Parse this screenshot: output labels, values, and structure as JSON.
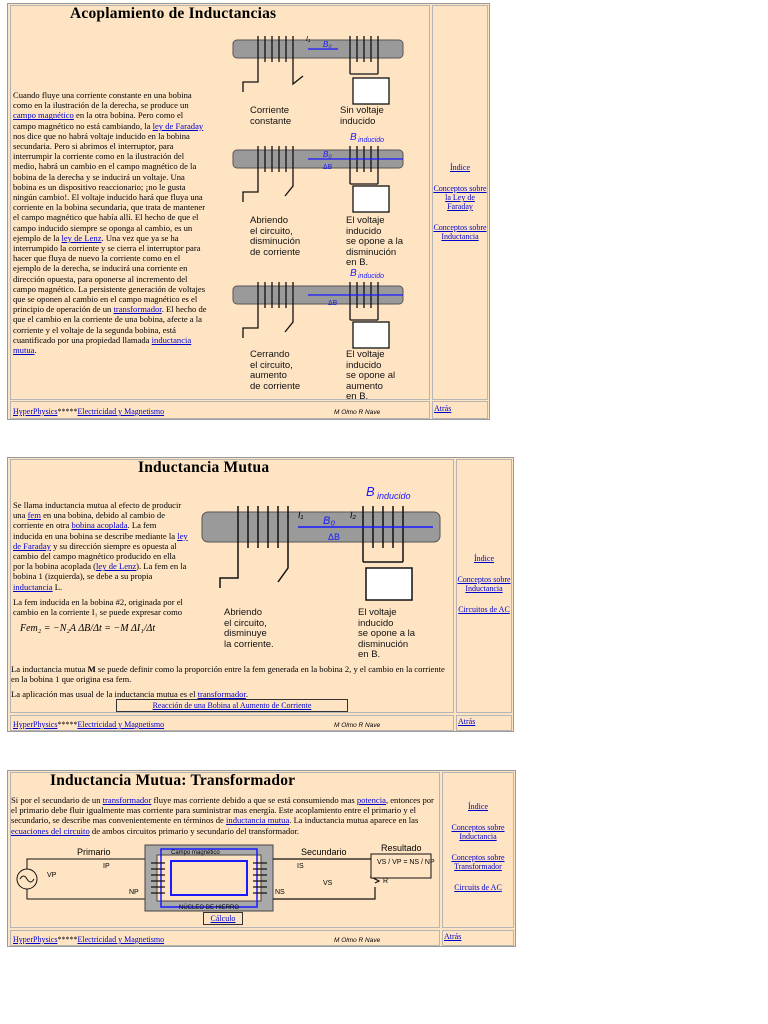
{
  "panel1": {
    "title": "Acoplamiento de Inductancias",
    "text_parts": [
      "Cuando fluye una corriente constante en una bobina como en la ilustración de la derecha, se produce un ",
      "campo magnético",
      " en la otra bobina. Pero como el campo magnético no está cambiando, la ",
      "ley de Faraday",
      " nos dice que no habrá voltaje inducido en la bobina secundaria. Pero si abrimos el interruptor, para interrumpir la corriente como en la ilustración del medio, habrá un cambio en el campo magnético de la bobina de la derecha y se inducirá un voltaje. Una bobina es un dispositivo reaccionario; ¡no le gusta ningún cambio!. El voltaje inducido hará que fluya una corriente en la bobina secundaria, que trata de mantener el campo magnético que había allí. El hecho de que el campo inducido siempre se oponga al cambio, es un ejemplo de la ",
      "ley de Lenz",
      ". Una vez que ya se ha interrumpido la corriente y se cierra el interruptor para hacer que fluya de nuevo la corriente como en el ejemplo de la derecha, se inducirá una corriente en dirección opuesta, para oponerse al incremento del campo magnético. La persistente generación de voltajes que se oponen al cambio en el campo magnético es el principio de operación de un ",
      "transformador",
      ". El hecho de que el cambio en la corriente de una bobina, afecte a la corriente y el voltaje de la segunda bobina, está cuantificado por una propiedad llamada ",
      "inductancia mutua",
      "."
    ],
    "captions": {
      "c1_left": "Corriente\nconstante",
      "c1_right": "Sin voltaje\ninducido",
      "c2_left": "Abriendo\nel circuito,\ndisminución\nde corriente",
      "c2_right": "El voltaje\ninducido\nse opone a la\ndisminución\nen B.",
      "c3_left": "Cerrando\nel circuito,\naumento\nde corriente",
      "c3_right": "El voltaje\ninducido\nse opone al\naumento\nen B."
    },
    "nav": [
      "Índice",
      "Conceptos sobre la Ley de Faraday",
      "Conceptos sobre Inductancia"
    ],
    "footer": {
      "hyper": "HyperPhysics",
      "stars": "*****",
      "section": "Electricidad y Magnetismo",
      "author": "M Olmo R Nave",
      "back": "Atrás"
    }
  },
  "panel2": {
    "title": "Inductancia Mutua",
    "text_parts": [
      "Se llama inductancia mutua al efecto de producir una ",
      "fem",
      " en una bobina, debido al cambio de corriente en otra ",
      "bobina acoplada",
      ". La fem inducida en una bobina se describe mediante la ",
      "ley de Faraday",
      " y su dirección siempre es opuesta al cambio del campo magnético producido en ella por la bobina acoplada (",
      "ley de Lenz",
      "). La fem en la bobina 1 (izquierda), se debe a su propia ",
      "inductancia",
      " L."
    ],
    "text2": "La fem inducida en la bobina #2, originada por el cambio en la corriente I₁ se puede expresar como",
    "formula": "Fem₂ = −N₂A ΔB/Δt = −M ΔI₁/Δt",
    "text3_a": "La inductancia mutua ",
    "text3_b": "M",
    "text3_c": " se puede definir como la proporción entre la fem generada en la bobina 2, y el cambio en la corriente en la bobina 1 que origina esa fem.",
    "text4_a": "La aplicación mas usual de la inductancia mutua es el ",
    "text4_b": "transformador",
    "text4_c": ".",
    "button": "Reacción de una Bobina al Aumento de Corriente",
    "captions": {
      "left": "Abriendo\nel circuito,\ndisminuye\nla corriente.",
      "right": "El voltaje\ninducido\nse opone a la\ndisminución\nen B."
    },
    "nav": [
      "Índice",
      "Conceptos sobre Inductancia",
      "Circuitos de AC"
    ],
    "footer": {
      "hyper": "HyperPhysics",
      "stars": "*****",
      "section": "Electricidad y Magnetismo",
      "author": "M Olmo R Nave",
      "back": "Atrás"
    }
  },
  "panel3": {
    "title": "Inductancia Mutua: Transformador",
    "text_parts": [
      "Si por el secundario de un ",
      "transformador",
      " fluye mas corriente debido a que se está consumiendo mas ",
      "potencia",
      ", entonces por el primario debe fluir igualmente mas corriente para suministrar mas energía. Este acoplamiento entre el primario y el secundario, se describe mas convenientemente en términos de ",
      "inductancia mutua",
      ". La inductancia mutua aparece en las ",
      "ecuaciones del circuito",
      " de ambos circuitos primario y secundario del transformador."
    ],
    "diagram": {
      "primario": "Primario",
      "secundario": "Secundario",
      "resultado": "Resultado",
      "campo": "Campo magnético",
      "nucleo": "NÚCLEO DE HIERRO",
      "vp": "VP",
      "ip": "IP",
      "np": "NP",
      "ns": "NS",
      "is": "IS",
      "vs": "VS",
      "r": "R"
    },
    "button": "Cálculo",
    "nav": [
      "Índice",
      "Conceptos sobre Inductancia",
      "Conceptos sobre Transformador",
      "Circuits de AC"
    ],
    "footer": {
      "hyper": "HyperPhysics",
      "stars": "*****",
      "section": "Electricidad y Magnetismo",
      "author": "M Olmo R Nave",
      "back": "Atrás"
    }
  },
  "colors": {
    "panel_bg": "#ffe4c4",
    "link": "#0000cc",
    "field_arrow": "#1a1aff",
    "coil_bar": "#9a9a9a"
  }
}
